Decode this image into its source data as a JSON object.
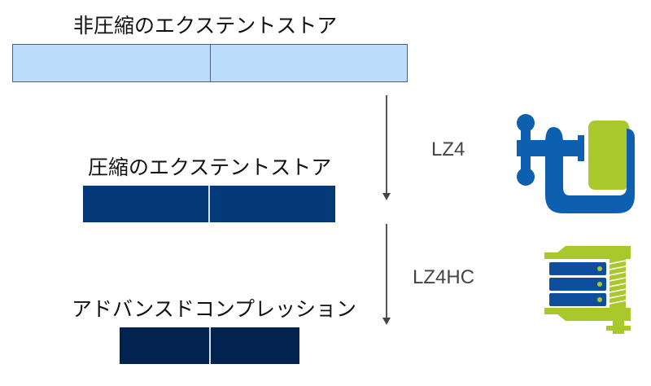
{
  "colors": {
    "uncompressed": "#bcdcfb",
    "compressed": "#053a78",
    "advanced": "#02234f",
    "clamp_blue": "#0d5fb0",
    "clamp_green": "#a9c82b"
  },
  "stages": [
    {
      "label": "非圧縮のエクステントストア",
      "segments": 2
    },
    {
      "label": "圧縮のエクステントストア",
      "segments": 2
    },
    {
      "label": "アドバンスドコンプレッション",
      "segments": 2
    }
  ],
  "transitions": [
    {
      "algorithm": "LZ4",
      "icon": "c-clamp-icon"
    },
    {
      "algorithm": "LZ4HC",
      "icon": "compressed-server-icon"
    }
  ]
}
